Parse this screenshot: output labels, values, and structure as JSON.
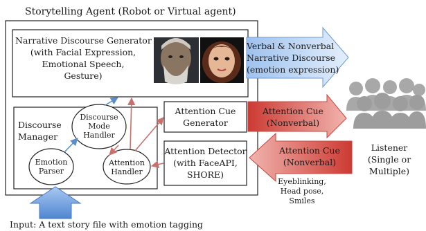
{
  "title": "Storytelling Agent (Robot or Virtual agent)",
  "generator": {
    "line1": "Narrative Discourse Generator",
    "line2": "(with Facial Expression,",
    "line3": "Emotional Speech,",
    "line4": "Gesture)"
  },
  "discourse_manager": {
    "line1": "Discourse",
    "line2": "Manager"
  },
  "mode_handler": {
    "line1": "Discourse",
    "line2": "Mode",
    "line3": "Handler"
  },
  "emotion_parser": {
    "line1": "Emotion",
    "line2": "Parser"
  },
  "attention_handler": {
    "line1": "Attention",
    "line2": "Handler"
  },
  "cue_generator": {
    "line1": "Attention Cue",
    "line2": "Generator"
  },
  "detector": {
    "line1": "Attention Detector",
    "line2": "(with FaceAPI,",
    "line3": "SHORE)"
  },
  "verbal_arrow": {
    "line1": "Verbal & Nonverbal",
    "line2": "Narrative Discourse",
    "line3": "(emotion expression)"
  },
  "cue_out_arrow": {
    "line1": "Attention Cue",
    "line2": "(Nonverbal)"
  },
  "cue_in_arrow": {
    "line1": "Attention Cue",
    "line2": "(Nonverbal)"
  },
  "cues_list": {
    "line1": "Eyeblinking,",
    "line2": "Head pose,",
    "line3": "Smiles"
  },
  "listener": {
    "line1": "Listener",
    "line2": "(Single or",
    "line3": "Multiple)"
  },
  "input": "Input: A text story file with emotion tagging",
  "colors": {
    "blue_arrow": "#bcd3f2",
    "red_arrow": "#d9534f",
    "red_line": "#c9706d",
    "blue_line": "#5b8ec9",
    "people": "#9a9a9a"
  }
}
